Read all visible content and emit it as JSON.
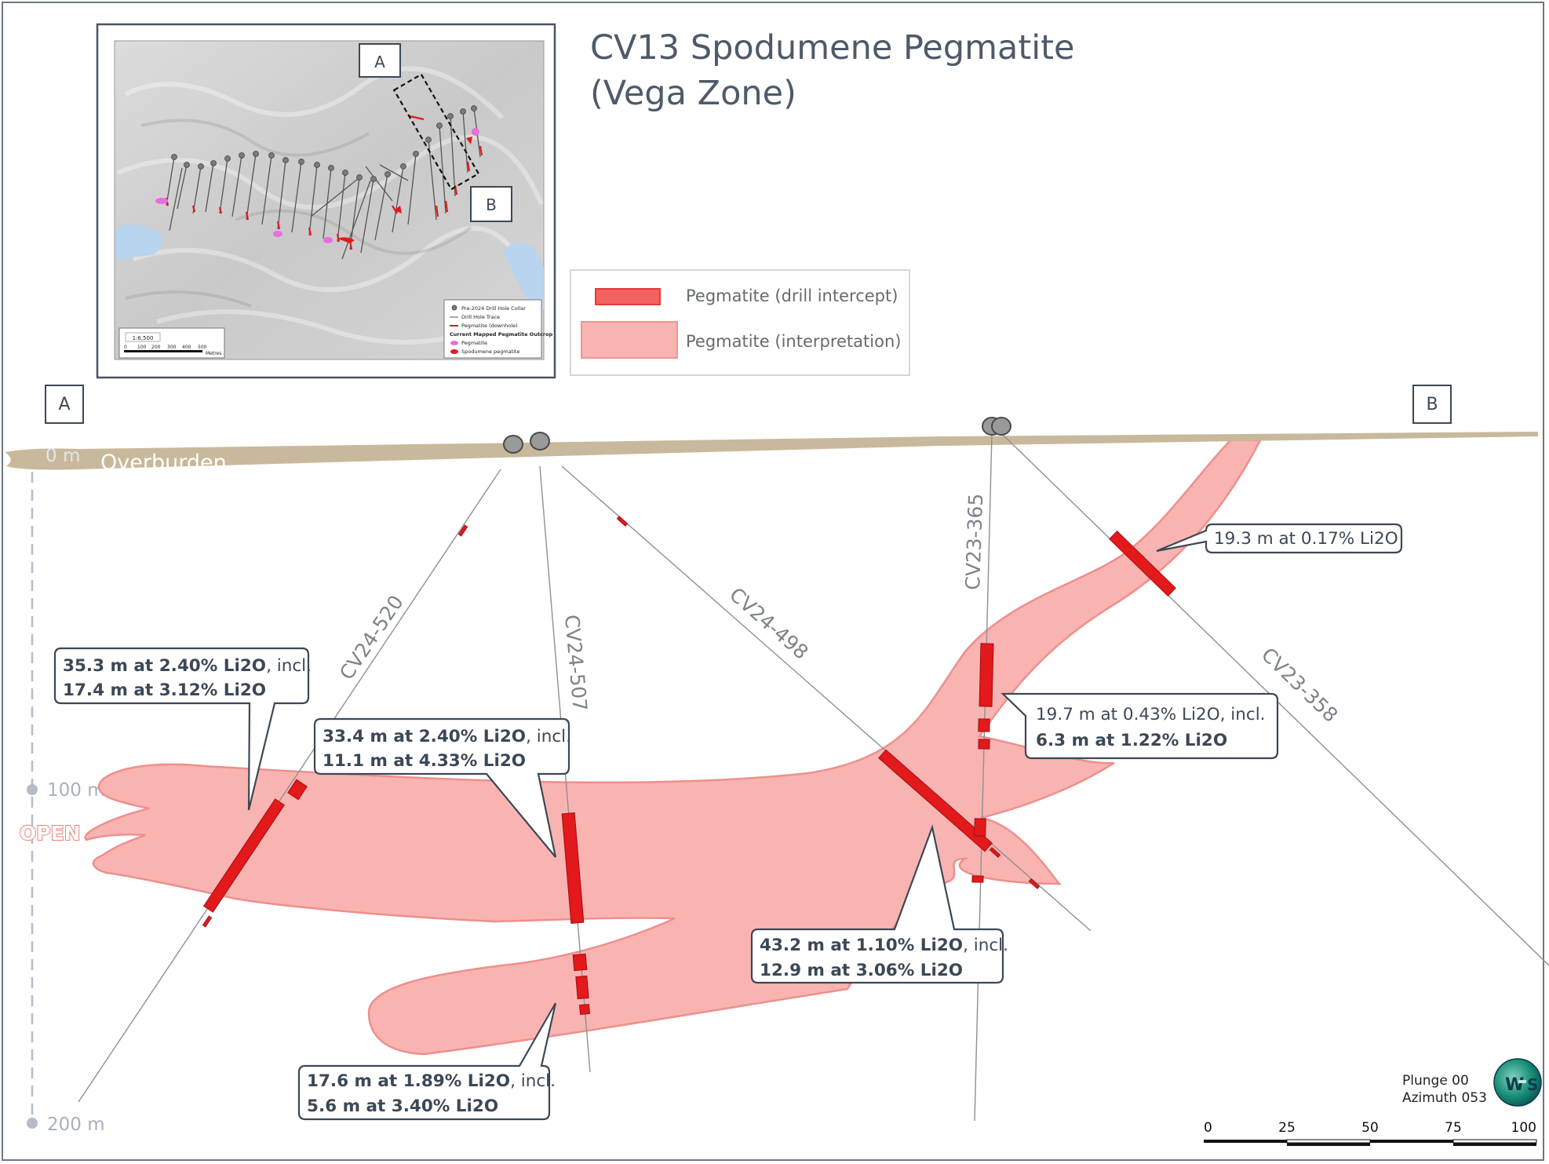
{
  "title": {
    "line1": "CV13 Spodumene Pegmatite",
    "line2": "(Vega Zone)"
  },
  "legend": {
    "items": [
      {
        "label": "Pegmatite (drill intercept)"
      },
      {
        "label": "Pegmatite (interpretation)"
      }
    ]
  },
  "section_endpoints": {
    "start": "A",
    "end": "B"
  },
  "inset_map": {
    "point_a": "A",
    "point_b": "B",
    "scale_text": "1:6,500",
    "scale_ticks": [
      "0",
      "100",
      "200",
      "300",
      "400",
      "500"
    ],
    "scale_unit": "Metres",
    "legend": [
      "Pre-2024 Drill Hole Collar",
      "Drill Hole Trace",
      "Pegmatite (downhole)",
      "Current Mapped Pegmatite Outcrop",
      "Pegmatite",
      "Spodumene pegmatite"
    ]
  },
  "overburden_label": "Overburden",
  "depth_axis": {
    "ticks": [
      "0 m",
      "100 m",
      "200 m"
    ],
    "open_label": "OPEN"
  },
  "drill_holes": [
    "CV24-520",
    "CV24-507",
    "CV24-498",
    "CV23-365",
    "CV23-358"
  ],
  "callouts": [
    {
      "bold1": "35.3 m at 2.40% Li2O",
      "rest1": ", incl.",
      "bold2": "17.4 m at 3.12% Li2O"
    },
    {
      "bold1": "33.4 m at 2.40% Li2O",
      "rest1": ", incl.",
      "bold2": "11.1 m at 4.33% Li2O"
    },
    {
      "bold1": "17.6 m at 1.89% Li2O",
      "rest1": ", incl.",
      "bold2": "5.6 m at 3.40% Li2O"
    },
    {
      "bold1": "43.2 m at 1.10% Li2O",
      "rest1": ", incl.",
      "bold2": "12.9 m at 3.06% Li2O"
    },
    {
      "plain1": "19.7 m at 0.43% Li2O, incl.",
      "bold2": "6.3 m at 1.22% Li2O"
    },
    {
      "plain1": "19.3 m at 0.17% Li2O"
    }
  ],
  "orientation": {
    "plunge": "Plunge 00",
    "azimuth": "Azimuth 053"
  },
  "scale_bar": {
    "ticks": [
      "0",
      "25",
      "50",
      "75",
      "100"
    ]
  },
  "colors": {
    "overburden": "#c8b99c",
    "pegmatite_interp": "#f9b4b2",
    "pegmatite_intercept": "#e3191b",
    "text_dark": "#3b4856"
  }
}
